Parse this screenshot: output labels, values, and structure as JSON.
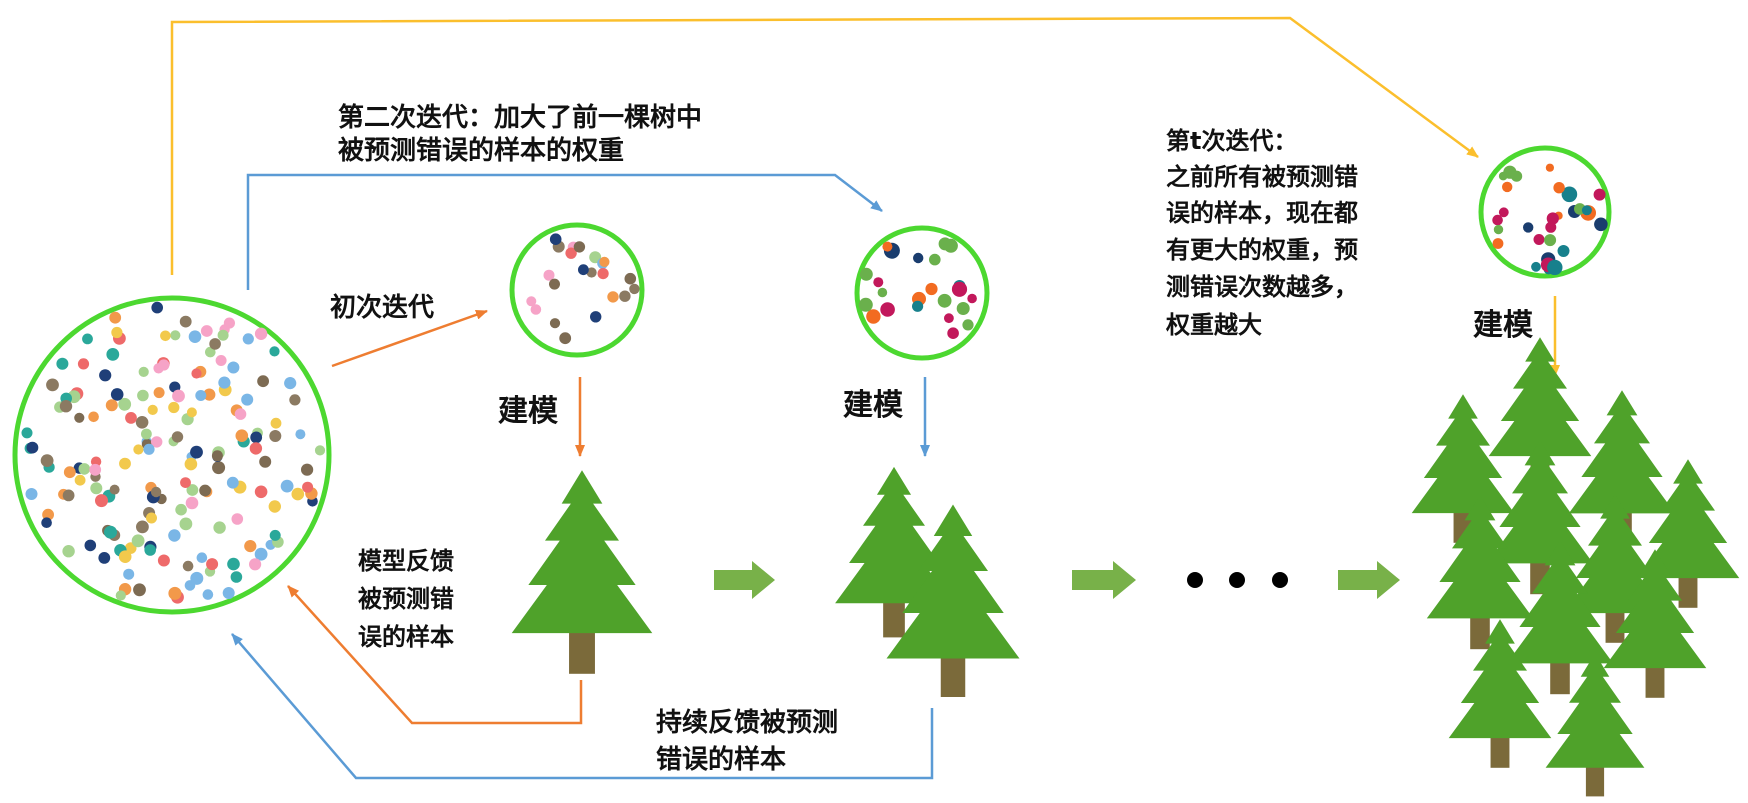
{
  "labels": {
    "initial_iteration": "初次迭代",
    "second_iteration_line1": "第二次迭代：加大了前一棵树中",
    "second_iteration_line2": "被预测错误的样本的权重",
    "t_iteration_title": "第t次迭代：",
    "t_iteration_line1": "之前所有被预测错",
    "t_iteration_line2": "误的样本，现在都",
    "t_iteration_line3": "有更大的权重，预",
    "t_iteration_line4": "测错误次数越多，",
    "t_iteration_line5": "权重越大",
    "model_building_1": "建模",
    "model_building_2": "建模",
    "model_building_3": "建模",
    "feedback_line1": "模型反馈",
    "feedback_line2": "被预测错",
    "feedback_line3": "误的样本",
    "continuous_feedback_line1": "持续反馈被预测",
    "continuous_feedback_line2": "错误的样本"
  },
  "colors": {
    "orange_arrow": "#ee7d31",
    "blue_arrow": "#5b9bd5",
    "gold_arrow": "#fbbf2d",
    "circle_border": "#4cd830",
    "tree_green": "#4fa22a",
    "trunk": "#7b6a3a",
    "block_arrow": "#78b149",
    "dot_palette": [
      "#ee6a6a",
      "#2aa89a",
      "#1f3f78",
      "#7ab6e6",
      "#f2c94c",
      "#f6a3c7",
      "#8b7a62",
      "#a6d38f",
      "#f2994a",
      "#7d6b53"
    ],
    "big_dot_palette": [
      "#f26b21",
      "#6ab04c",
      "#c2185b",
      "#17808c",
      "#1a3d6e",
      "#6ab04c"
    ]
  },
  "icons": {
    "tree": "pine-tree-icon",
    "ellipsis": "ellipsis-dots-icon"
  }
}
